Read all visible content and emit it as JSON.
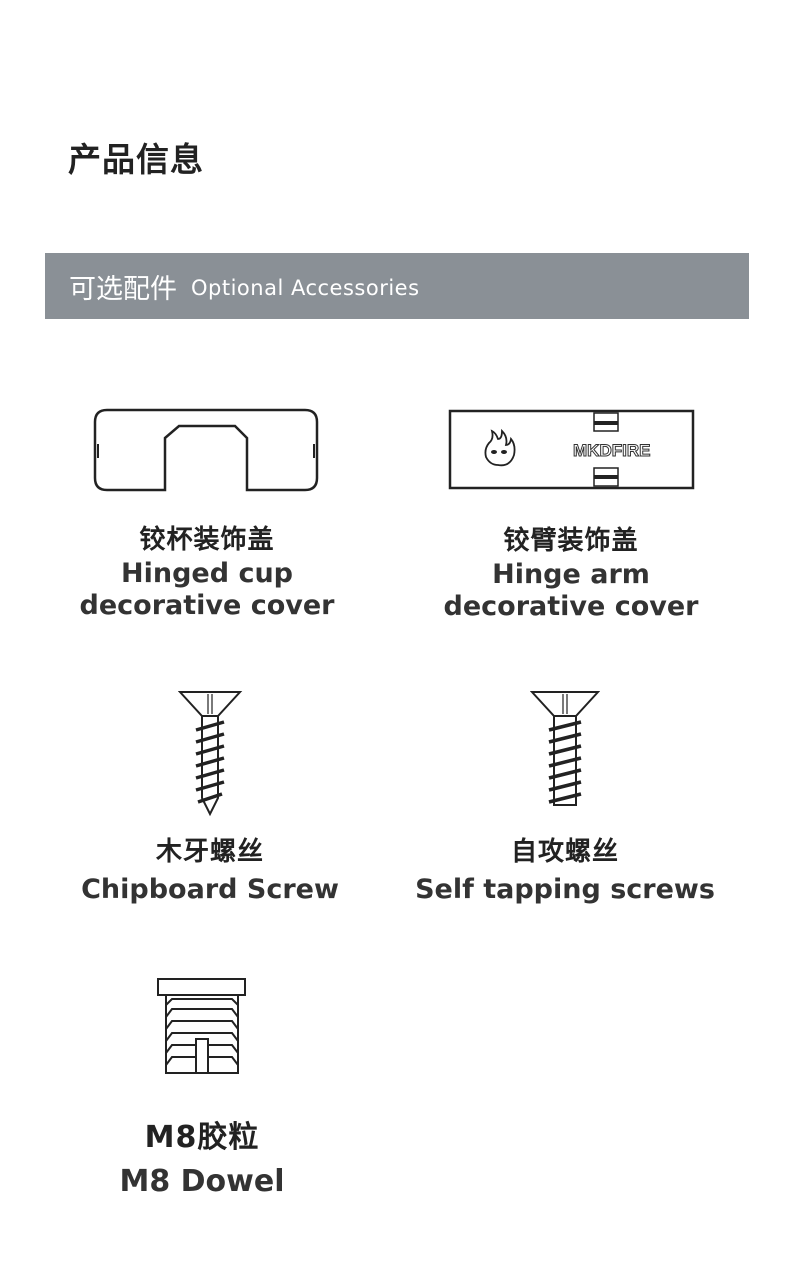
{
  "page_title": "产品信息",
  "section": {
    "title_cn": "可选配件",
    "title_en": "Optional Accessories",
    "color": "#8a9096"
  },
  "brand_logo": "MKDFIRE",
  "items": [
    {
      "cn": "铰杯装饰盖",
      "en1": "Hinged cup",
      "en2": "decorative cover",
      "icon": "hinged-cup-cover"
    },
    {
      "cn": "铰臂装饰盖",
      "en1": "Hinge arm",
      "en2": "decorative cover",
      "icon": "hinge-arm-cover"
    },
    {
      "cn": "木牙螺丝",
      "en1": "Chipboard Screw",
      "icon": "chipboard-screw"
    },
    {
      "cn": "自攻螺丝",
      "en1": "Self tapping screws",
      "icon": "self-tapping-screw"
    },
    {
      "cn": "M8胶粒",
      "en1": "M8 Dowel",
      "icon": "dowel"
    }
  ]
}
